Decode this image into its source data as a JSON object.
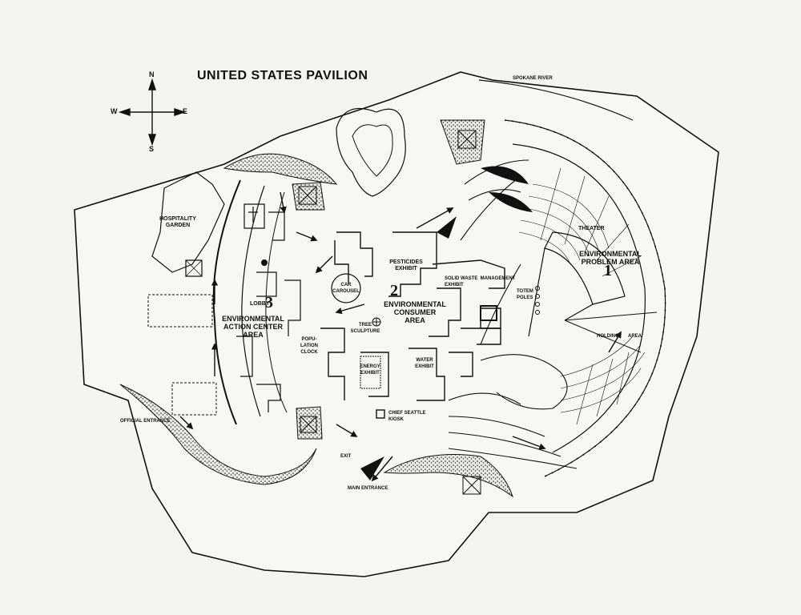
{
  "title": "UNITED STATES PAVILION",
  "compass": {
    "n": "N",
    "s": "S",
    "e": "E",
    "w": "W"
  },
  "labels": {
    "spokane_river": "SPOKANE RIVER",
    "hospitality_garden": "HOSPITALITY\nGARDEN",
    "theater": "THEATER",
    "env_problem_area": "ENVIRONMENTAL\nPROBLEM AREA",
    "pesticides_exhibit": "PESTICIDES\nEXHIBIT",
    "solid_waste": "SOLID WASTE  MANAGEMENT\nEXHIBIT",
    "car_carousel": "CAR\nCAROUSEL",
    "env_consumer_area": "ENVIRONMENTAL\nCONSUMER\nAREA",
    "totem_poles": "TOTEM\nPOLES",
    "lobby": "LOBBY",
    "env_action_center": "ENVIRONMENTAL\nACTION CENTER\nAREA",
    "tree_sculpture": "TREE\nSCULPTURE",
    "population_clock": "POPU-\nLATION\nCLOCK",
    "holding_area_1": "HOLDING",
    "holding_area_2": "AREA",
    "energy_exhibit": "ENERGY\nEXHIBIT",
    "water_exhibit": "WATER\nEXHIBIT",
    "official_entrance": "OFFICIAL ENTRANCE",
    "chief_seattle_kiosk": "CHIEF SEATTLE\nKIOSK",
    "exit": "EXIT",
    "main_entrance": "MAIN ENTRANCE"
  },
  "area_numbers": {
    "problem": "1",
    "consumer": "2",
    "action": "3"
  }
}
